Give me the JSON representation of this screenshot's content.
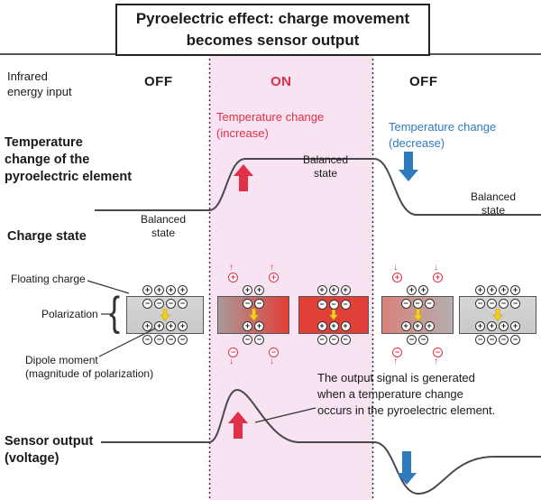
{
  "colors": {
    "red": "#e13048",
    "blue": "#2f7abd",
    "yellow": "#f4cf20",
    "pink_band": "#f7e3f1",
    "block_gray": "#c9c9c9",
    "block_red": "#e04038",
    "curve": "#4a4a4a"
  },
  "title": {
    "text": "Pyroelectric effect: charge movement\nbecomes sensor output"
  },
  "header": {
    "infrared": "Infrared\nenergy input",
    "off_left": "OFF",
    "on": "ON",
    "off_right": "OFF"
  },
  "temperature": {
    "row_label": "Temperature\nchange of the\npyroelectric element",
    "increase": "Temperature change\n(increase)",
    "decrease": "Temperature change\n(decrease)",
    "balanced_left": "Balanced\nstate",
    "balanced_mid": "Balanced\nstate",
    "balanced_right": "Balanced\nstate"
  },
  "charge": {
    "row_label": "Charge state",
    "floating_label": "Floating charge",
    "polarization_label": "Polarization",
    "brace": "{",
    "dipole_label": "Dipole moment\n(magnitude of polarization)",
    "blocks": [
      {
        "body": "gray",
        "arrow": "large",
        "above": [],
        "top_outer": [
          "+",
          "+",
          "+",
          "+"
        ],
        "top_inner": [
          "−",
          "−",
          "−",
          "−"
        ],
        "bottom_inner": [
          "+",
          "+",
          "+",
          "+"
        ],
        "bottom_outer": [
          "−",
          "−",
          "−",
          "−"
        ],
        "below": []
      },
      {
        "body": "gray-to-red",
        "arrow": "medium",
        "above": [
          {
            "sign": "+",
            "dir": "up"
          },
          {
            "sign": "+",
            "dir": "up"
          }
        ],
        "top_outer": [
          "+",
          "+"
        ],
        "top_inner": [
          "−",
          "−"
        ],
        "bottom_inner": [
          "+",
          "+"
        ],
        "bottom_outer": [
          "−",
          "−"
        ],
        "below": [
          {
            "sign": "−",
            "dir": "down"
          },
          {
            "sign": "−",
            "dir": "down"
          }
        ]
      },
      {
        "body": "red",
        "arrow": "small",
        "above": [],
        "top_outer": [
          "+",
          "+",
          "+"
        ],
        "top_inner": [
          "−",
          "−",
          "−"
        ],
        "bottom_inner": [
          "+",
          "+",
          "+"
        ],
        "bottom_outer": [
          "−",
          "−",
          "−"
        ],
        "below": []
      },
      {
        "body": "red-to-gray",
        "arrow": "medium",
        "above": [
          {
            "sign": "+",
            "dir": "down"
          },
          {
            "sign": "+",
            "dir": "down"
          }
        ],
        "top_outer": [
          "+",
          "+"
        ],
        "top_inner": [
          "−",
          "−",
          "−"
        ],
        "bottom_inner": [
          "+",
          "+",
          "+"
        ],
        "bottom_outer": [
          "−",
          "−"
        ],
        "below": [
          {
            "sign": "−",
            "dir": "up"
          },
          {
            "sign": "−",
            "dir": "up"
          }
        ]
      },
      {
        "body": "gray",
        "arrow": "large",
        "above": [],
        "top_outer": [
          "+",
          "+",
          "+",
          "+"
        ],
        "top_inner": [
          "−",
          "−",
          "−",
          "−"
        ],
        "bottom_inner": [
          "+",
          "+",
          "+",
          "+"
        ],
        "bottom_outer": [
          "−",
          "−",
          "−",
          "−"
        ],
        "below": []
      }
    ]
  },
  "sensor": {
    "row_label": "Sensor output\n(voltage)",
    "annotation": "The output signal is generated\nwhen a temperature change\noccurs in the pyroelectric element."
  }
}
